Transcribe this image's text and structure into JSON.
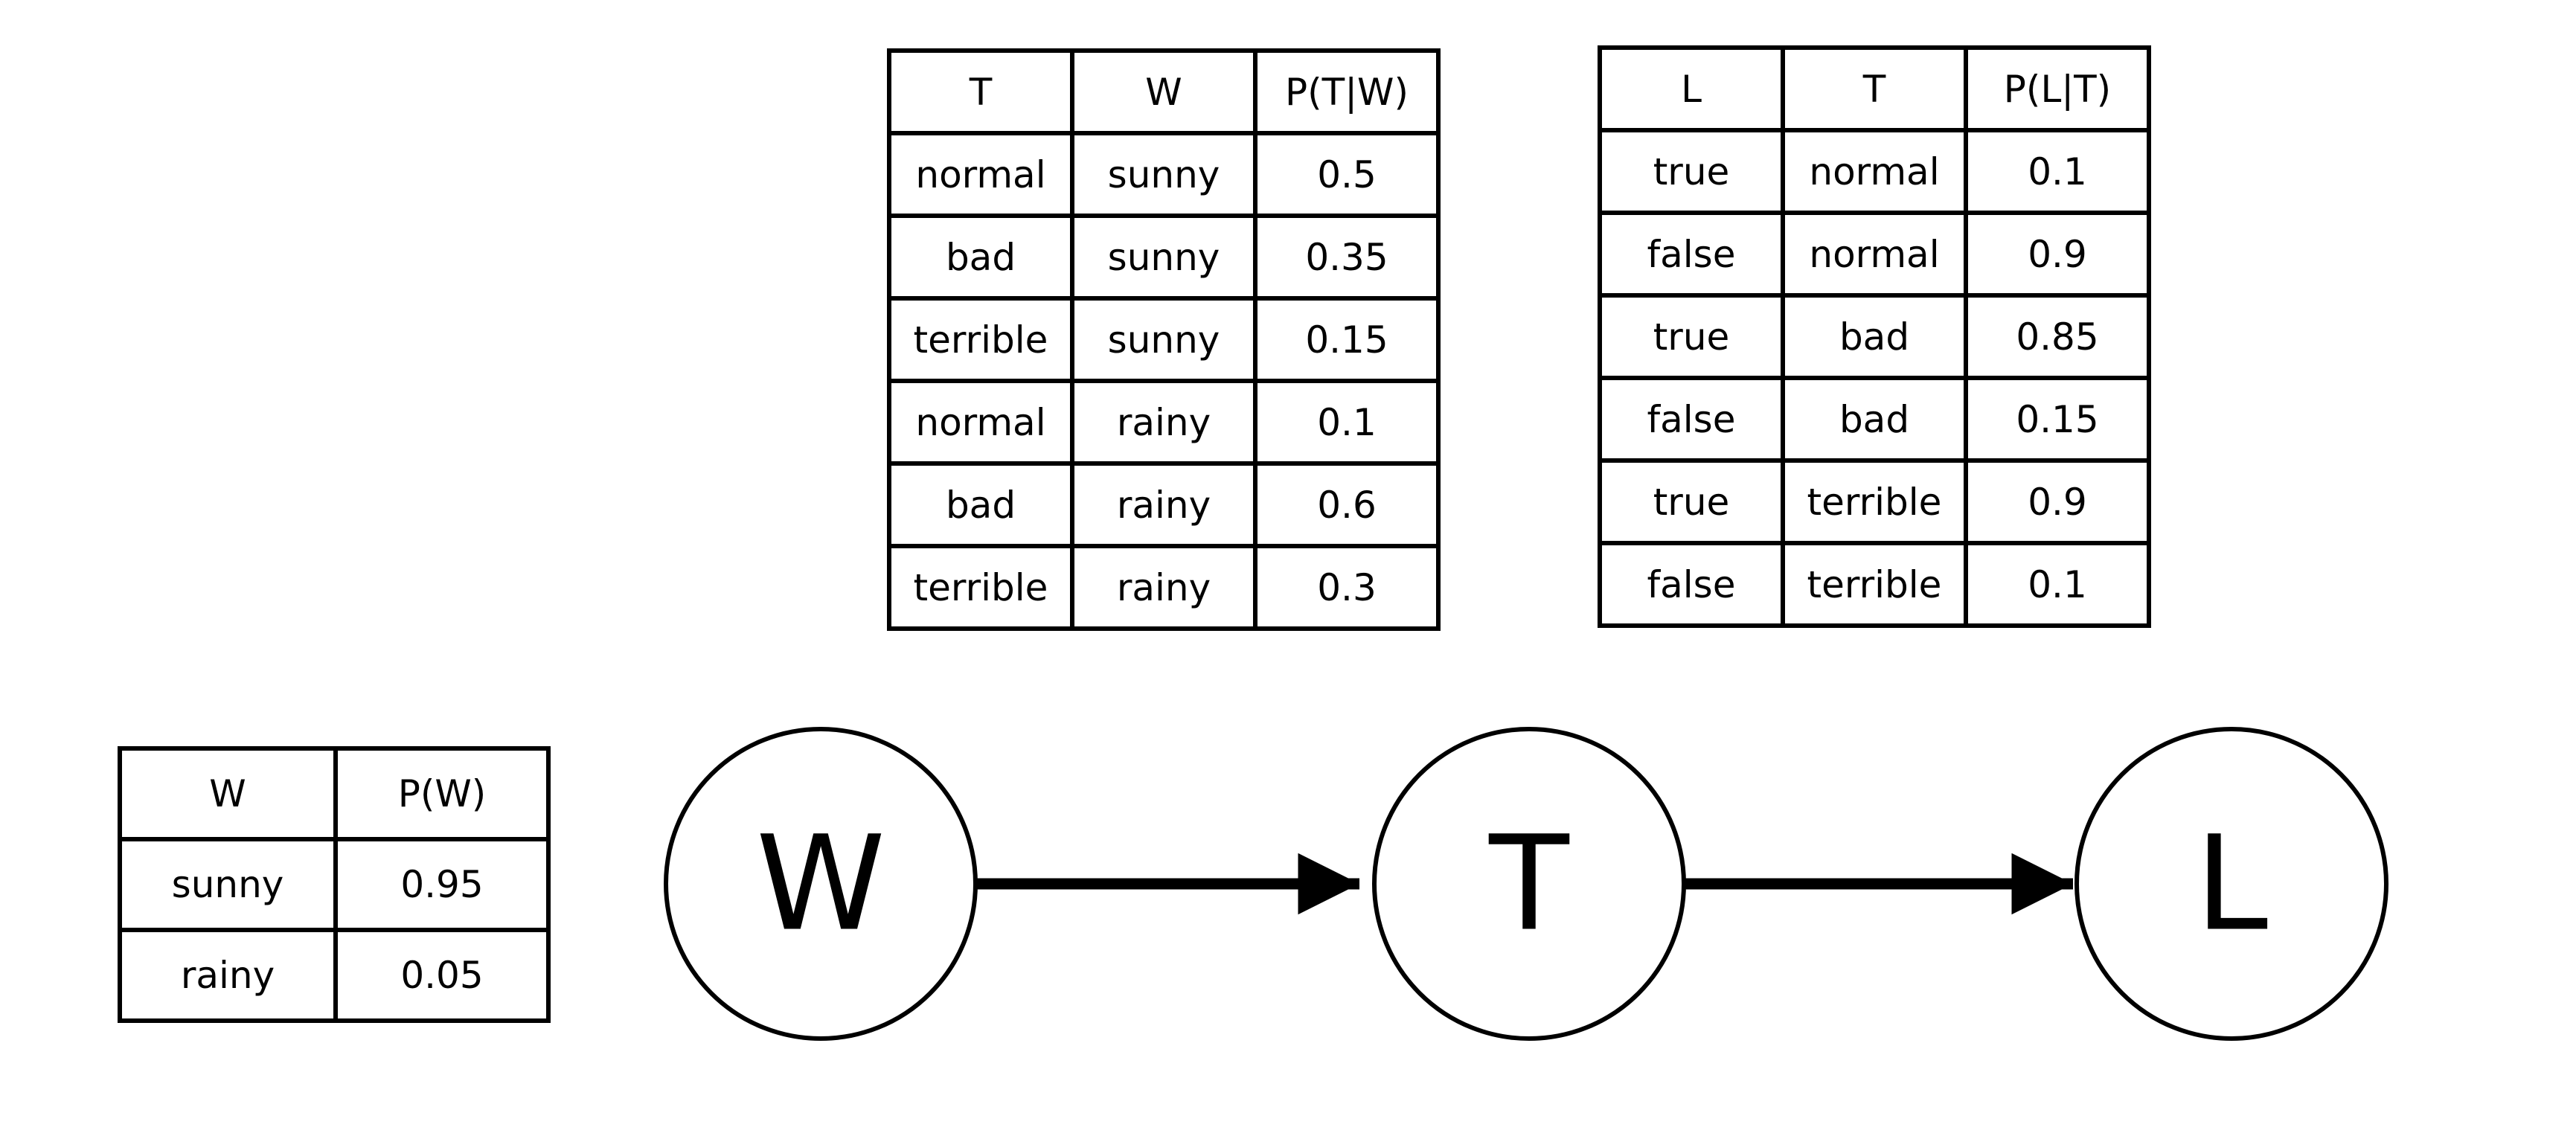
{
  "nodes": [
    {
      "id": "W",
      "label": "W"
    },
    {
      "id": "T",
      "label": "T"
    },
    {
      "id": "L",
      "label": "L"
    }
  ],
  "edges": [
    {
      "from": "W",
      "to": "T"
    },
    {
      "from": "T",
      "to": "L"
    }
  ],
  "tables": {
    "p_w": {
      "headers": [
        "W",
        "P(W)"
      ],
      "rows": [
        [
          "sunny",
          "0.95"
        ],
        [
          "rainy",
          "0.05"
        ]
      ]
    },
    "p_t_given_w": {
      "headers": [
        "T",
        "W",
        "P(T|W)"
      ],
      "rows": [
        [
          "normal",
          "sunny",
          "0.5"
        ],
        [
          "bad",
          "sunny",
          "0.35"
        ],
        [
          "terrible",
          "sunny",
          "0.15"
        ],
        [
          "normal",
          "rainy",
          "0.1"
        ],
        [
          "bad",
          "rainy",
          "0.6"
        ],
        [
          "terrible",
          "rainy",
          "0.3"
        ]
      ]
    },
    "p_l_given_t": {
      "headers": [
        "L",
        "T",
        "P(L|T)"
      ],
      "rows": [
        [
          "true",
          "normal",
          "0.1"
        ],
        [
          "false",
          "normal",
          "0.9"
        ],
        [
          "true",
          "bad",
          "0.85"
        ],
        [
          "false",
          "bad",
          "0.15"
        ],
        [
          "true",
          "terrible",
          "0.9"
        ],
        [
          "false",
          "terrible",
          "0.1"
        ]
      ]
    }
  },
  "colors": {
    "stroke": "#000000",
    "background": "#ffffff"
  }
}
